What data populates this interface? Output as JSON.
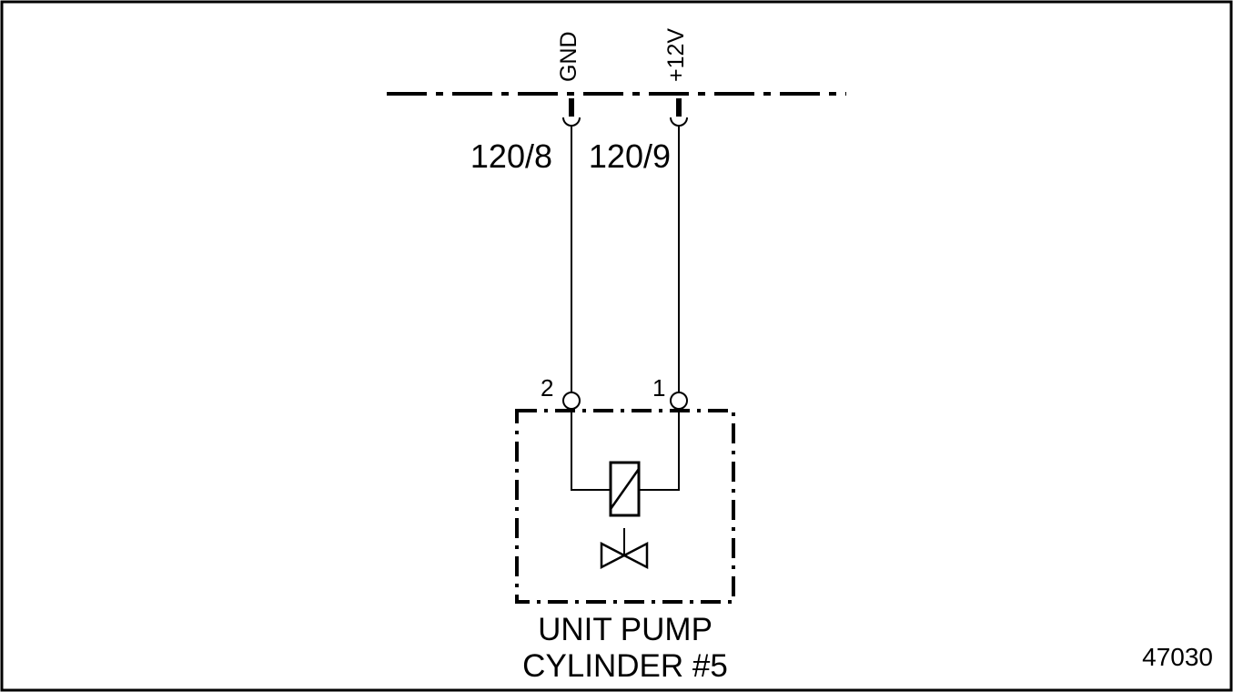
{
  "colors": {
    "ink": "#000000",
    "paper": "#ffffff"
  },
  "bus": {
    "gnd_label": "GND",
    "pos_label": "+12V"
  },
  "wires": {
    "left_label": "120/8",
    "right_label": "120/9"
  },
  "pins": {
    "left": "2",
    "right": "1"
  },
  "component": {
    "line1": "UNIT PUMP",
    "line2": "CYLINDER #5",
    "icon": "solenoid-valve-icon"
  },
  "figure_number": "47030"
}
